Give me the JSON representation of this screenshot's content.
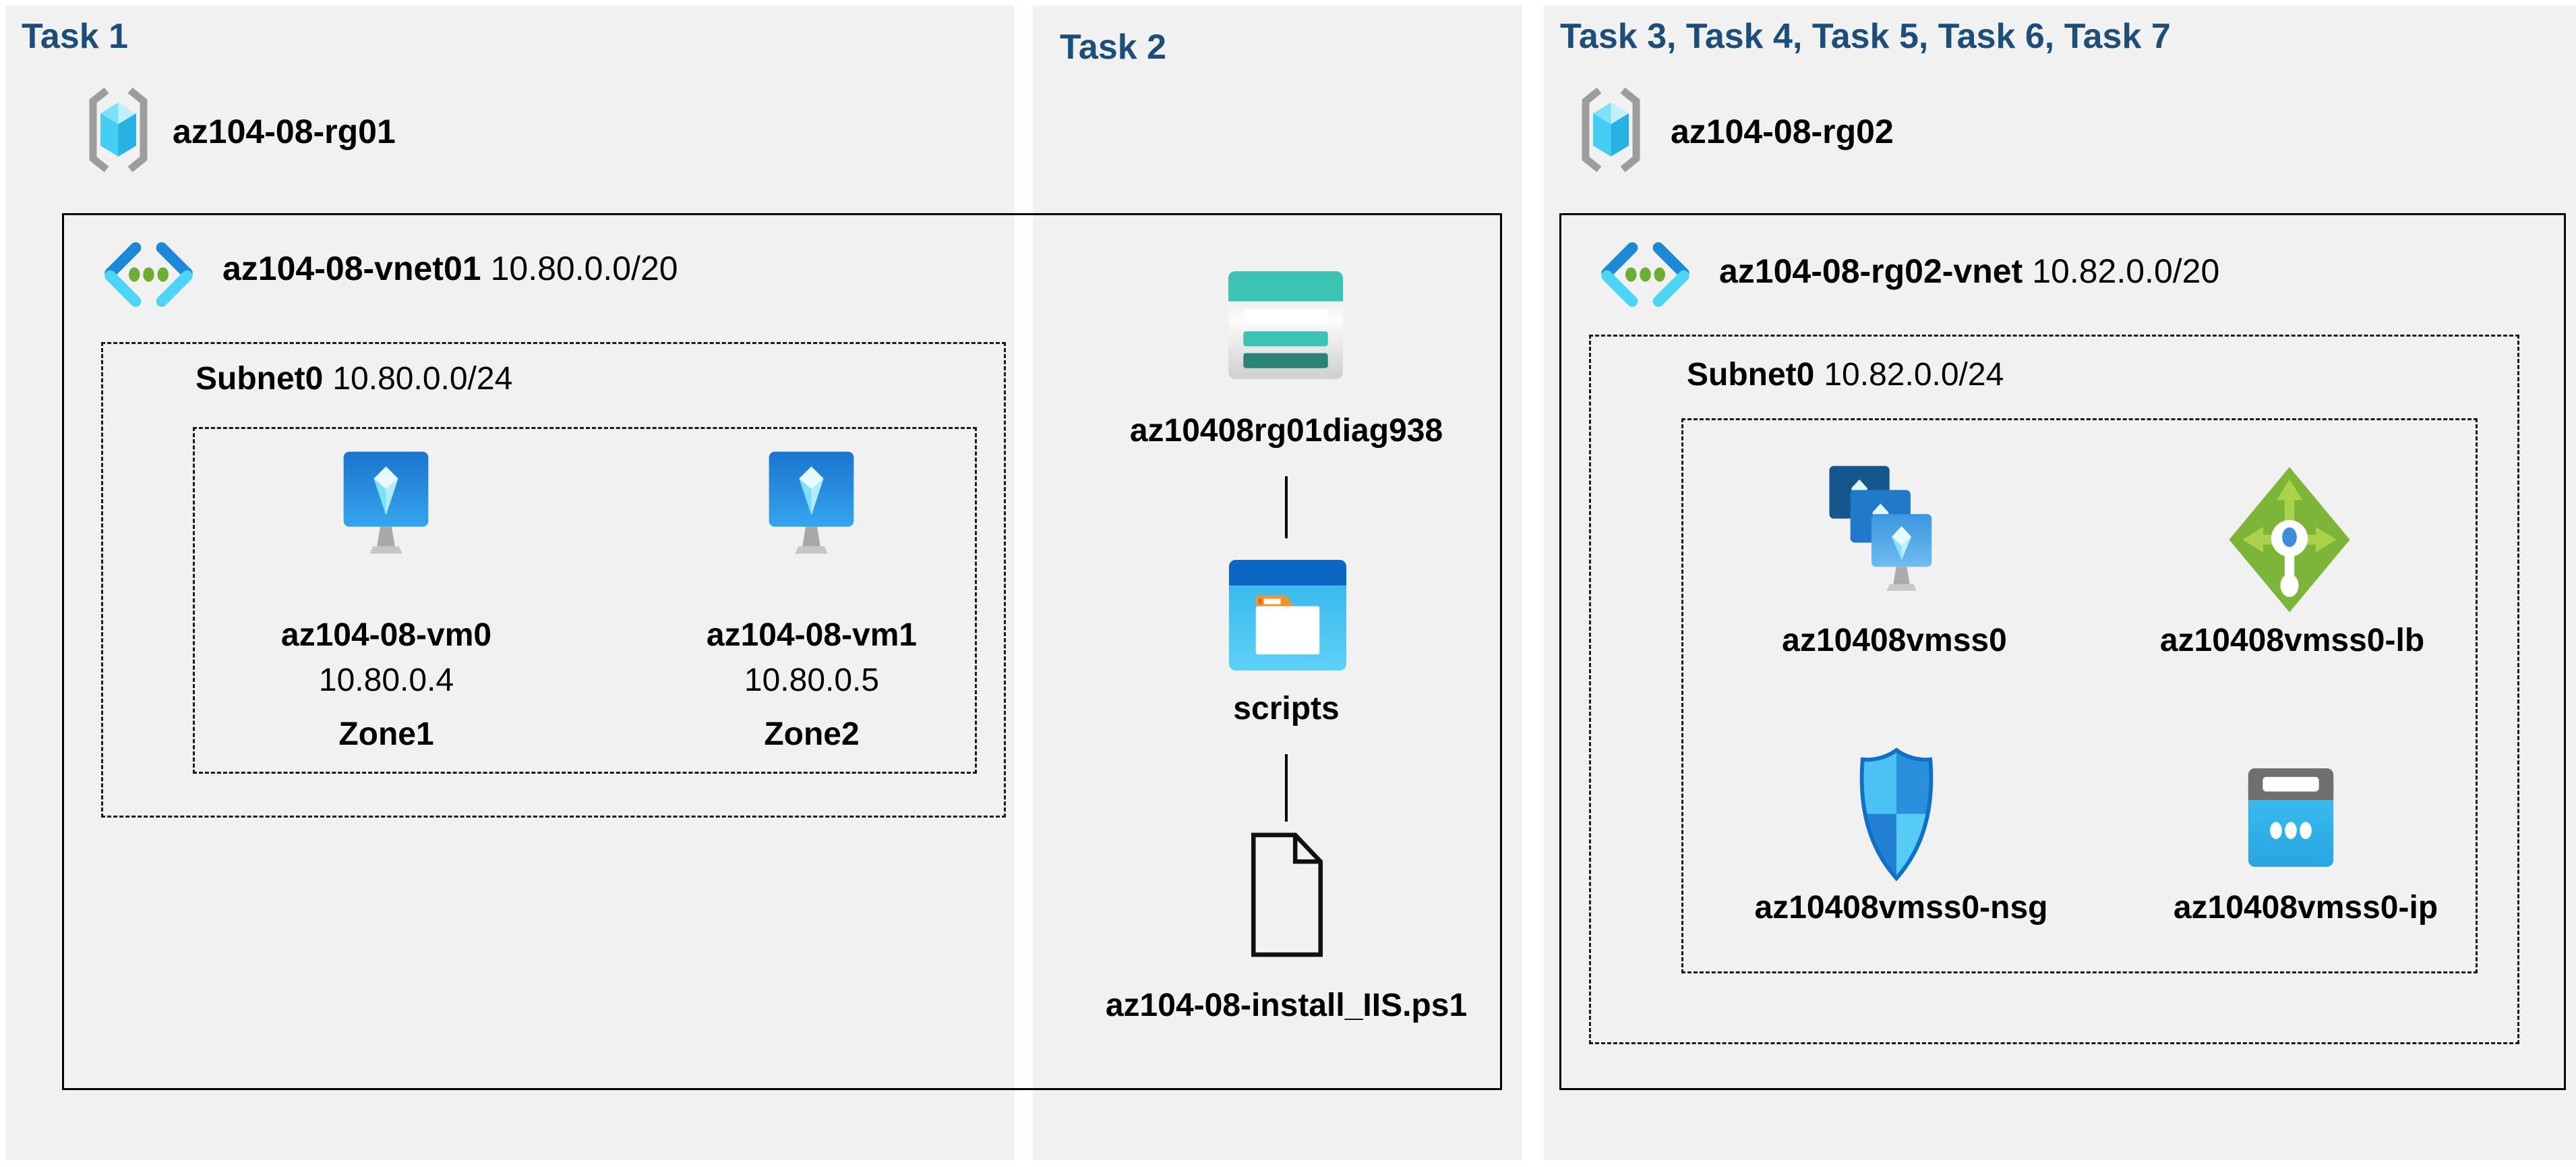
{
  "panel1": {
    "title": "Task 1",
    "resource_group": "az104-08-rg01",
    "vnet_name": "az104-08-vnet01",
    "vnet_cidr": "10.80.0.0/20",
    "subnet_name": "Subnet0",
    "subnet_cidr": "10.80.0.0/24",
    "vms": [
      {
        "name": "az104-08-vm0",
        "ip": "10.80.0.4",
        "zone": "Zone1"
      },
      {
        "name": "az104-08-vm1",
        "ip": "10.80.0.5",
        "zone": "Zone2"
      }
    ]
  },
  "panel2": {
    "title": "Task 2",
    "storage_account": "az10408rg01diag938",
    "container": "scripts",
    "file": "az104-08-install_IIS.ps1"
  },
  "panel3": {
    "title": "Task 3, Task 4, Task 5, Task 6, Task 7",
    "resource_group": "az104-08-rg02",
    "vnet_name": "az104-08-rg02-vnet",
    "vnet_cidr": "10.82.0.0/20",
    "subnet_name": "Subnet0",
    "subnet_cidr": "10.82.0.0/24",
    "resources": [
      {
        "name": "az10408vmss0",
        "icon": "vm-scale-set"
      },
      {
        "name": "az10408vmss0-lb",
        "icon": "load-balancer"
      },
      {
        "name": "az10408vmss0-nsg",
        "icon": "network-security-group"
      },
      {
        "name": "az10408vmss0-ip",
        "icon": "public-ip-address"
      }
    ]
  },
  "icons": {
    "resource-group": "bracketed cube",
    "virtual-network": "chevrons with three green dots",
    "virtual-machine": "blue monitor with crystal",
    "vm-scale-set": "three stacked blue monitors",
    "load-balancer": "green diamond with arrows",
    "network-security-group": "blue checkered shield",
    "public-ip-address": "cyan card with three dots",
    "storage-account": "teal table rows",
    "folder": "blue window with white folder",
    "file": "outlined page with folded corner"
  },
  "colors": {
    "title_blue": "#1C4E79",
    "panel_bg": "#F1F1F2",
    "line_black": "#000000",
    "teal": "#3CC3B3",
    "teal_dark": "#2A8374",
    "azure_blue": "#1E88D8",
    "cyan": "#4CD5F7",
    "green": "#7CB537"
  }
}
